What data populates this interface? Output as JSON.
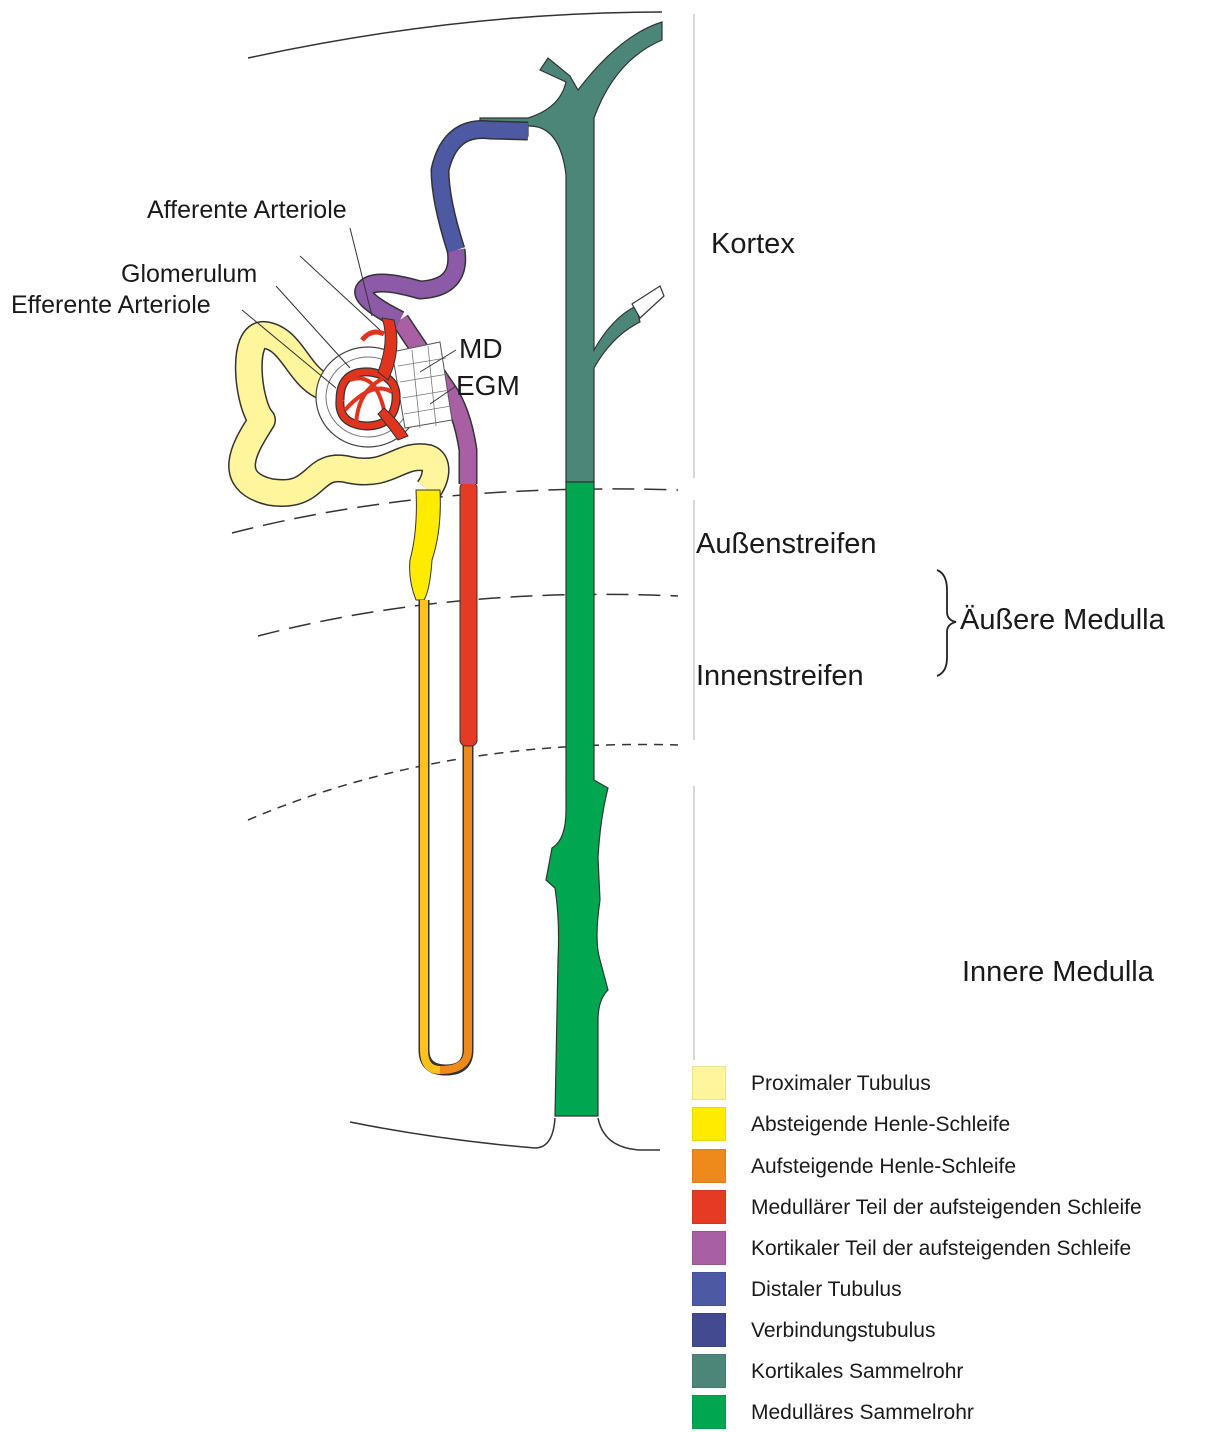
{
  "labels": {
    "afferente_arteriole": "Afferente Arteriole",
    "glomerulum": "Glomerulum",
    "efferente_arteriole": "Efferente Arteriole",
    "md": "MD",
    "egm": "EGM",
    "kortex": "Kortex",
    "aussenstreifen": "Außenstreifen",
    "innenstreifen": "Innenstreifen",
    "aeussere_medulla": "Äußere Medulla",
    "innere_medulla": "Innere Medulla"
  },
  "legend": [
    {
      "label": "Proximaler Tubulus",
      "color": "#fff59d"
    },
    {
      "label": "Absteigende Henle-Schleife",
      "color": "#ffeb00"
    },
    {
      "label": "Aufsteigende Henle-Schleife",
      "color": "#ee8a1c"
    },
    {
      "label": "Medullärer Teil der aufsteigenden Schleife",
      "color": "#e53b25"
    },
    {
      "label": "Kortikaler Teil der aufsteigenden Schleife",
      "color": "#a85fa3"
    },
    {
      "label": "Distaler Tubulus",
      "color": "#4d5aa3"
    },
    {
      "label": "Verbindungstubulus",
      "color": "#434a8f"
    },
    {
      "label": "Kortikales Sammelrohr",
      "color": "#4b8679"
    },
    {
      "label": "Medulläres Sammelrohr",
      "color": "#00a650"
    }
  ],
  "colors": {
    "proximal": "#fff59d",
    "descending": "#ffeb00",
    "ascending_thin": "#ee8a1c",
    "medullary_tal": "#e53b25",
    "cortical_tal": "#a85fa3",
    "distal": "#4d5aa3",
    "connecting": "#434a8f",
    "cortical_cd": "#4b8679",
    "medullary_cd": "#00a650",
    "arteriole": "#e0341f"
  }
}
